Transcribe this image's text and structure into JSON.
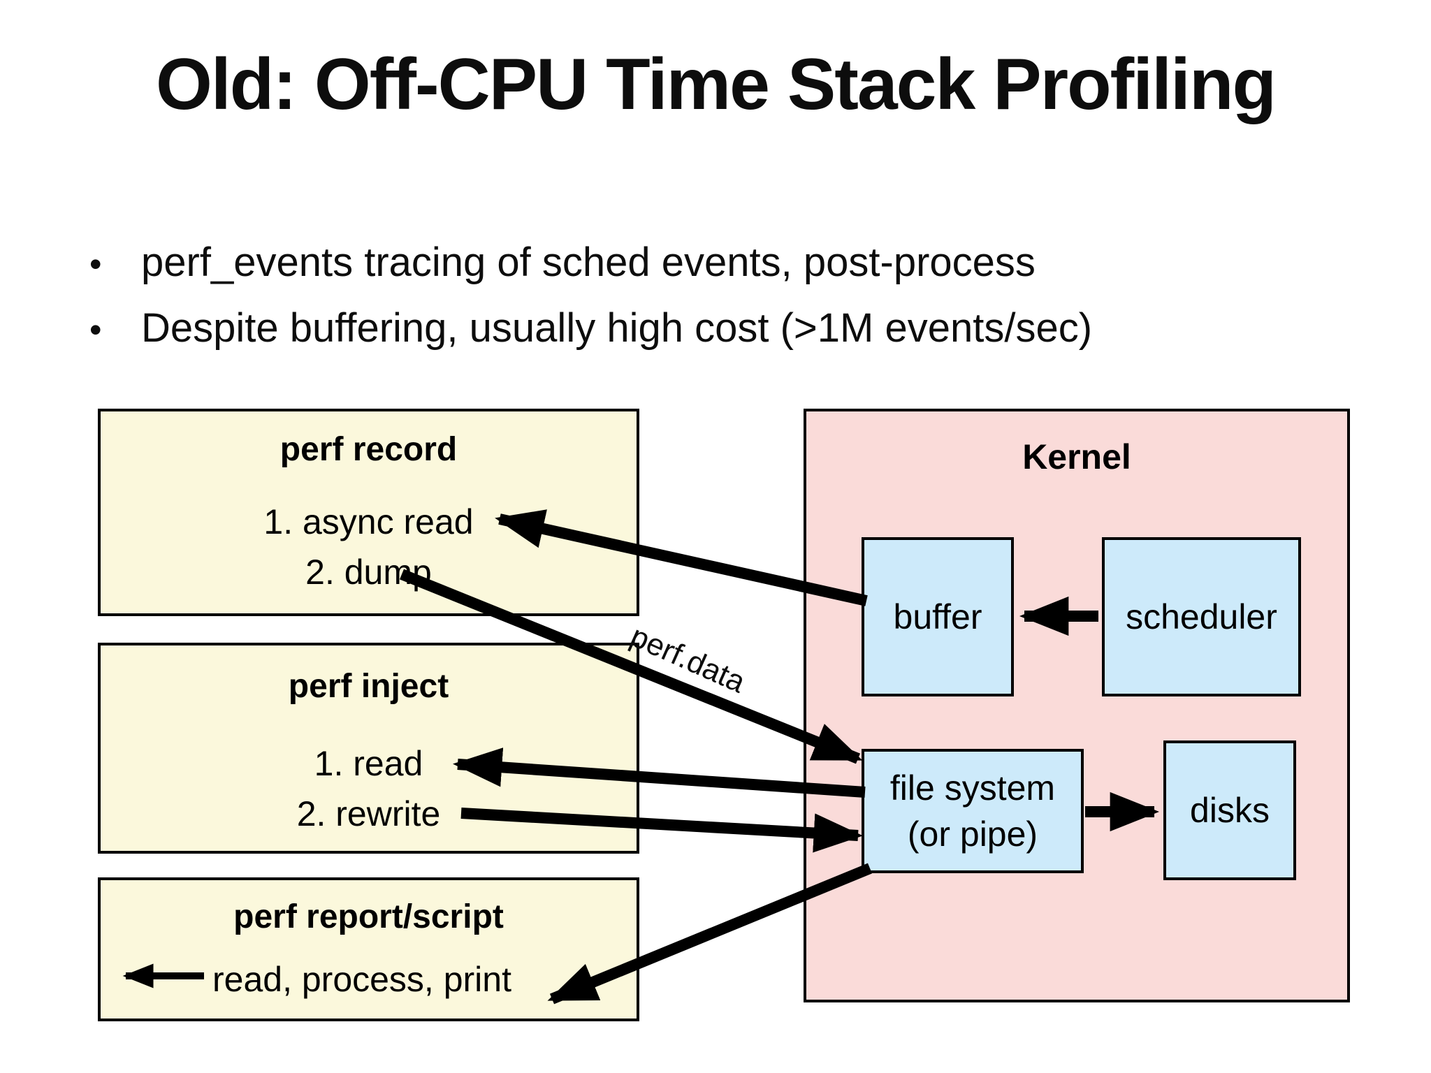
{
  "slide": {
    "title": "Old: Off-CPU Time Stack Profiling",
    "bullet_char": "•",
    "bullets": [
      "perf_events tracing of sched events, post-process",
      "Despite buffering, usually high cost (>1M events/sec)"
    ]
  },
  "diagram": {
    "perf_record": {
      "title": "perf record",
      "items": [
        "1. async read",
        "2. dump"
      ]
    },
    "perf_inject": {
      "title": "perf inject",
      "items": [
        "1. read",
        "2. rewrite"
      ]
    },
    "perf_report": {
      "title": "perf report/script",
      "item": "read, process, print"
    },
    "kernel": {
      "title": "Kernel",
      "buffer": "buffer",
      "scheduler": "scheduler",
      "file_system_line1": "file system",
      "file_system_line2": "(or pipe)",
      "disks": "disks"
    },
    "arrow_label": "perf.data",
    "colors": {
      "process_box": "#FBF8DC",
      "kernel_box": "#FADBD9",
      "inner_box": "#CDEAFA",
      "line": "#000000"
    }
  }
}
